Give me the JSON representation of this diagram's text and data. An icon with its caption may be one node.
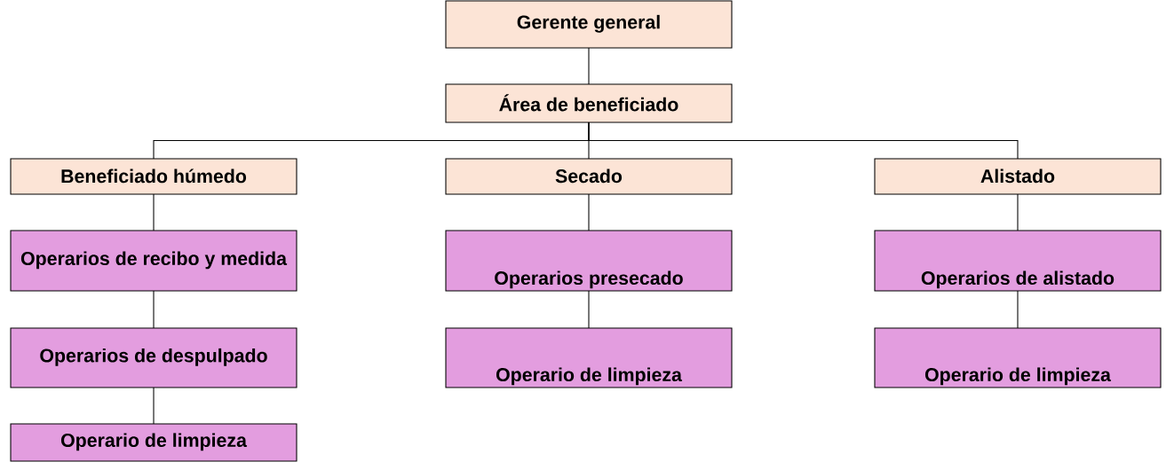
{
  "diagram": {
    "nodes": [
      {
        "text": [
          "Gerente general"
        ]
      },
      {
        "text": [
          "Área de beneficiado"
        ]
      },
      {
        "text": [
          "Beneficiado húmedo"
        ]
      },
      {
        "text": [
          "Secado"
        ]
      },
      {
        "text": [
          "Alistado"
        ]
      },
      {
        "text": [
          "Operarios de recibo y medida"
        ]
      },
      {
        "text": [
          "Operarios presecado"
        ]
      },
      {
        "text": [
          "Operarios de alistado"
        ]
      },
      {
        "text": [
          "Operarios de despulpado"
        ]
      },
      {
        "text": [
          "Operario de limpieza"
        ]
      },
      {
        "text": [
          "Operario de limpieza"
        ]
      },
      {
        "text": [
          "Operario de limpieza"
        ]
      }
    ],
    "edges": [
      {
        "from": 0,
        "to": 1,
        "arrow": "none"
      },
      {
        "from": 1,
        "to": 2,
        "arrow": "none"
      },
      {
        "from": 1,
        "to": 3,
        "arrow": "none"
      },
      {
        "from": 1,
        "to": 4,
        "arrow": "none"
      },
      {
        "from": 2,
        "to": 5,
        "arrow": "none"
      },
      {
        "from": 5,
        "to": 8,
        "arrow": "none"
      },
      {
        "from": 8,
        "to": 11,
        "arrow": "none"
      },
      {
        "from": 3,
        "to": 6,
        "arrow": "none"
      },
      {
        "from": 6,
        "to": 9,
        "arrow": "none"
      },
      {
        "from": 4,
        "to": 7,
        "arrow": "none"
      },
      {
        "from": 7,
        "to": 10,
        "arrow": "none"
      }
    ]
  }
}
